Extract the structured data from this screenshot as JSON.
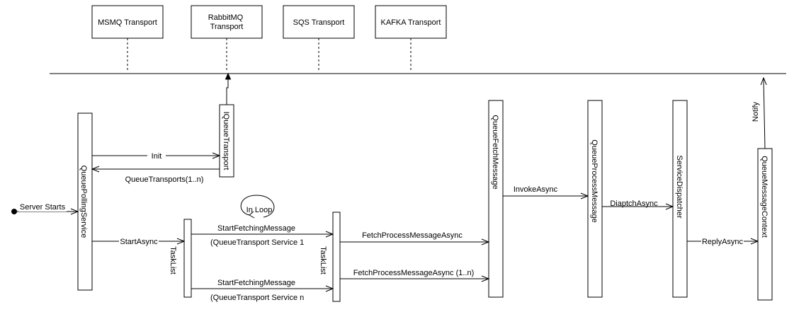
{
  "transports": [
    {
      "label": "MSMQ Transport"
    },
    {
      "label": "RabbitMQ Transport"
    },
    {
      "label": "SQS Transport"
    },
    {
      "label": "KAFKA Transport"
    }
  ],
  "participants": {
    "queue_polling_service": "QueuePollingService",
    "iqueue_transport": "IQueueTransport",
    "task_list_1": "TaskList",
    "task_list_2": "TaskList",
    "queue_fetch_message": "QueueFetchMessage",
    "queue_process_message": "QueueProcessMessage",
    "service_dispatcher": "ServiceDispatcher",
    "queue_message_context": "QueueMessageContext"
  },
  "messages": {
    "server_starts": "Server Starts",
    "init": "Init",
    "queue_transports": "QueueTransports(1..n)",
    "start_async": "StartAsync",
    "in_loop": "In Loop",
    "start_fetching_1": "StartFetchingMessage",
    "service_1": "(QueueTransport Service 1",
    "start_fetching_n": "StartFetchingMessage",
    "service_n": "(QueueTransport Service n",
    "fetch_process": "FetchProcessMessageAsync",
    "fetch_process_n": "FetchProcessMessageAsync (1..n)",
    "invoke_async": "InvokeAsync",
    "dispatch_async": "DiaptchAsync",
    "reply_async": "ReplyAsync",
    "notify": "Notify"
  }
}
